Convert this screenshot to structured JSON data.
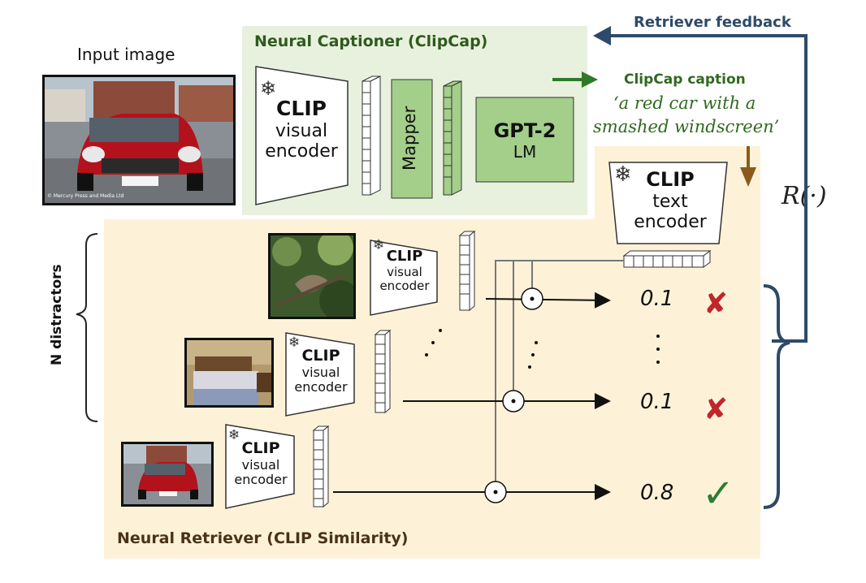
{
  "input_image_label": "Input image",
  "feedback_label": "Retriever feedback",
  "r_function": "R(·)",
  "captioner": {
    "title": "Neural Captioner (ClipCap)",
    "visual_encoder": {
      "name": "CLIP",
      "line2": "visual",
      "line3": "encoder"
    },
    "mapper_label": "Mapper",
    "lm": {
      "name": "GPT-2",
      "sub": "LM"
    },
    "snowflake": "❄"
  },
  "caption": {
    "label": "ClipCap caption",
    "line1": "‘a red car with a",
    "line2": "smashed windscreen’"
  },
  "text_encoder": {
    "name": "CLIP",
    "line2": "text",
    "line3": "encoder"
  },
  "retriever": {
    "title": "Neural Retriever (CLIP Similarity)",
    "n_distractors_label": "N distractors",
    "encoder_name": "CLIP",
    "encoder_line2": "visual",
    "encoder_line3": "encoder",
    "scores": [
      "0.1",
      "0.1",
      "0.8"
    ],
    "dot_operator": "·"
  },
  "watermark": "© Mercury Press and Media Ltd",
  "colors": {
    "captioner_bg": "#e8f1de",
    "retriever_bg": "#fdf2d8",
    "block_green": "#a3cf8a",
    "feedback_blue": "#2e4a6a",
    "caption_green": "#2f6a1e",
    "arrow_brown": "#8b5a1a",
    "cross_red": "#c0262b",
    "check_green": "#2e7d32"
  }
}
